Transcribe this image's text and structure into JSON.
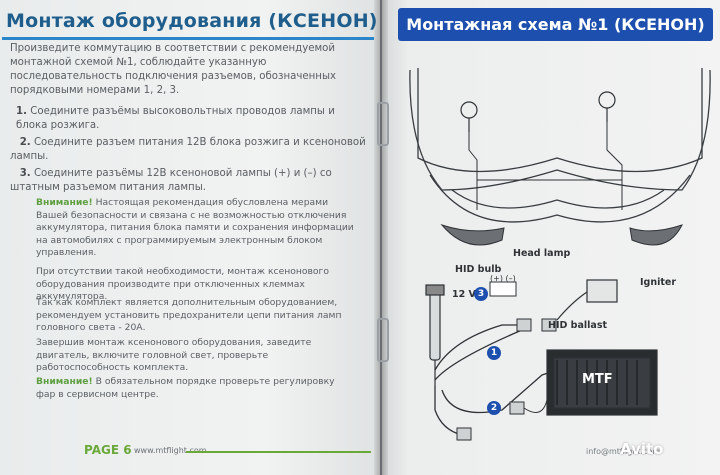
{
  "left_page": {
    "title": "Монтаж оборудования (КСЕНОН)",
    "intro": "Произведите коммутацию в соответствии с рекомендуемой монтажной схемой №1, соблюдайте указанную последовательность подключения разъемов, обозначенных порядковыми номерами 1, 2, 3.",
    "step1_num": "1.",
    "step1": "Соедините разъёмы высоковольтных проводов лампы и блока розжига.",
    "step2_num": "2.",
    "step2": "Соедините разъем питания 12В блока розжига и ксеноновой лампы.",
    "step3_num": "3.",
    "step3": "Соедините разъёмы 12В ксеноновой лампы (+) и (–) со штатным разъемом питания лампы.",
    "warning1_label": "Внимание!",
    "warning1": "Настоящая рекомендация обусловлена мерами Вашей безопасности и связана с не возможностью отключения аккумулятора, питания блока памяти и сохранения информации на автомобилях с программируемым электронным блоком управления.",
    "para2": "При отсутствии такой необходимости, монтаж ксенонового оборудования производите при отключенных клеммах аккумулятора.",
    "para3": "Так как комплект является дополнительным оборудованием, рекомендуем установить предохранители цепи питания ламп головного света - 20А.",
    "para4": "Завершив монтаж ксенонового оборудования, заведите двигатель, включите головной свет, проверьте работоспособность комплекта.",
    "warning2_label": "Внимание!",
    "warning2": "В обязательном порядке проверьте регулировку фар в сервисном центре.",
    "footer_page": "PAGE 6",
    "footer_url": "www.mtflight.com"
  },
  "right_page": {
    "banner": "Монтажная схема №1 (КСЕНОН)",
    "label_head_lamp": "Head lamp",
    "label_hid_bulb": "HID bulb",
    "label_igniter": "Igniter",
    "label_hid_ballast": "HID ballast",
    "label_12v": "12 V",
    "label_polarity": "(+) (–)",
    "badge_1": "1",
    "badge_2": "2",
    "badge_3": "3",
    "ballast_logo": "MTF",
    "footer_url": "info@mtflight.com",
    "watermark": "Avito"
  },
  "colors": {
    "title_blue": "#1f5e8c",
    "banner_blue": "#1d4fae",
    "accent_green": "#6aa83a",
    "text_gray": "#5a5e62"
  }
}
